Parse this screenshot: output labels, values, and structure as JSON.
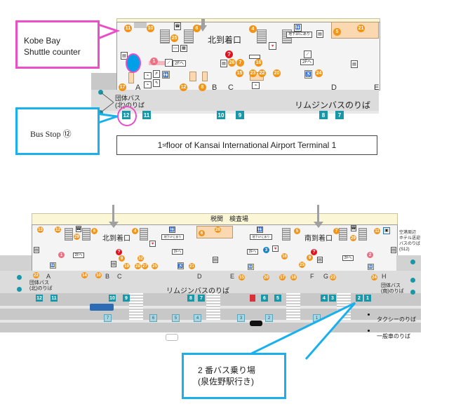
{
  "callouts": {
    "kobe_bay": "Kobe Bay\nShuttle counter",
    "kobe_bay_line1": "Kobe Bay",
    "kobe_bay_line2": "Shuttle counter",
    "bus_stop": "Bus Stop ⑫",
    "bus_stop_2_line1": "2 番バス乗り場",
    "bus_stop_2_line2": "(泉佐野駅行き)"
  },
  "caption": {
    "prefix": "1",
    "superscript": "st",
    "text": " floor of Kansai International Airport Terminal 1"
  },
  "colors": {
    "highlight_pink": "#ea4fc8",
    "highlight_blue": "#1ab0ec",
    "marker_blue": "#00a0e9",
    "stop_teal": "#1897a8",
    "facility_orange": "#f29418",
    "info_red": "#e5101e"
  },
  "top_map": {
    "labels": {
      "north_arrival": "北到着口",
      "group_bus_line1": "団体バス",
      "group_bus_line2": "(北)のりば",
      "limousine": "リムジンバスのりば",
      "escalator_2f": "2Fへ",
      "basement_toilet": "地下1Fにあり"
    },
    "gates": [
      "A",
      "B",
      "C",
      "D",
      "E"
    ],
    "facility_numbers": [
      "11",
      "10",
      "25",
      "6",
      "4",
      "5",
      "21",
      "1",
      "12",
      "8",
      "17",
      "26",
      "7",
      "16",
      "15",
      "23",
      "22",
      "20",
      "24"
    ],
    "bus_stops": [
      "12",
      "11",
      "10",
      "9",
      "8",
      "7"
    ]
  },
  "bottom_map": {
    "labels": {
      "customs": "税関　検査場",
      "north_arrival": "北到着口",
      "south_arrival": "南到着口",
      "group_bus_north_line1": "団体バス",
      "group_bus_north_line2": "(北)のりば",
      "group_bus_south_line1": "団体バス",
      "group_bus_south_line2": "(南)のりば",
      "limousine": "リムジンバスのりば",
      "hotel_bus_line1": "空港周辺",
      "hotel_bus_line2": "ホテル送迎",
      "hotel_bus_line3": "バスのりば",
      "hotel_bus_line4": "(S12)",
      "taxi": "タクシーのりば",
      "general_car": "一般車のりば",
      "escalator_2f": "2Fへ",
      "basement_toilet": "地下1Fにあり"
    },
    "gates": [
      "A",
      "B",
      "C",
      "D",
      "E",
      "F",
      "G",
      "H"
    ],
    "facility_numbers_north": [
      "13",
      "12",
      "29",
      "6",
      "4",
      "1",
      "9",
      "32",
      "22",
      "14",
      "10",
      "19",
      "28",
      "27",
      "25",
      "21"
    ],
    "facility_numbers_center": [
      "6",
      "26",
      "3",
      "15",
      "20",
      "16",
      "17",
      "18"
    ],
    "facility_numbers_south": [
      "5",
      "7",
      "11",
      "29",
      "9",
      "2",
      "25",
      "23",
      "24"
    ],
    "bus_stops_upper": [
      "12",
      "11",
      "10",
      "9",
      "8",
      "7",
      "6",
      "5",
      "4",
      "3",
      "2",
      "1"
    ],
    "taxi_stops": [
      "7",
      "6",
      "5",
      "4",
      "3",
      "2",
      "1"
    ]
  }
}
